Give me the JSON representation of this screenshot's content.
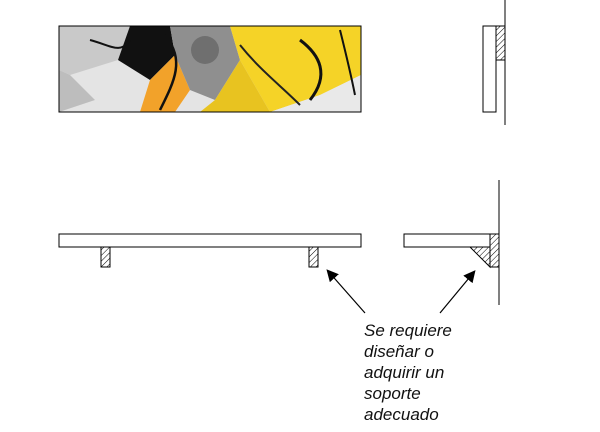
{
  "annotation": {
    "lines": [
      "Se requiere",
      "diseñar o",
      "adquirir un",
      "soporte",
      "adecuado"
    ]
  },
  "artwork": {
    "description_icon": "abstract-painting-panel",
    "colors": {
      "yellow": "#f5d327",
      "orange": "#f2a22a",
      "gray": "#8f8f8f",
      "light": "#d9d9d9",
      "black": "#111111"
    }
  },
  "colors": {
    "line": "#000000",
    "hatch": "#000000",
    "background": "#ffffff"
  }
}
